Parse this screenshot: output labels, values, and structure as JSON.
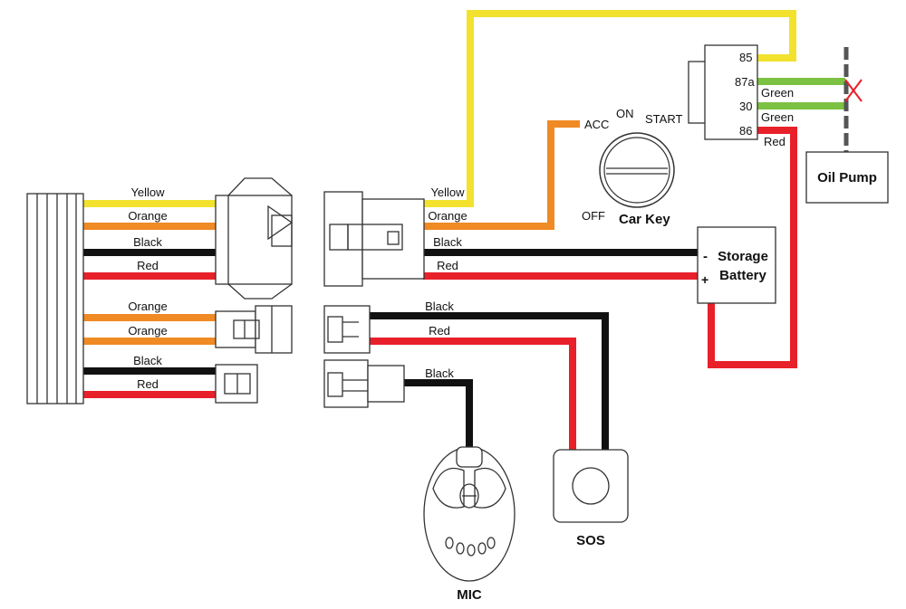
{
  "colors": {
    "yellow": "#f2e22e",
    "orange": "#ef8a24",
    "black": "#111111",
    "red": "#e8202a",
    "green": "#7cc242",
    "gray": "#555555",
    "x_mark": "#e8202a"
  },
  "harness": {
    "left_wires": [
      "Yellow",
      "Orange",
      "Black",
      "Red"
    ],
    "left_lower_wires": [
      "Orange",
      "Orange"
    ],
    "left_bottom_wires": [
      "Black",
      "Red"
    ],
    "right_wires": [
      "Yellow",
      "Orange",
      "Black",
      "Red"
    ],
    "sos_wires": [
      "Black",
      "Red"
    ],
    "mic_wire": "Black"
  },
  "relay": {
    "pins": [
      "85",
      "87a",
      "30",
      "86"
    ],
    "wire_labels": {
      "p87a": "Green",
      "p30": "Green",
      "p86": "Red"
    }
  },
  "car_key": {
    "label": "Car Key",
    "positions": {
      "acc": "ACC",
      "on": "ON",
      "start": "START",
      "off": "OFF"
    }
  },
  "battery": {
    "line1": "Storage",
    "line2": "Battery",
    "minus": "-",
    "plus": "+"
  },
  "oil_pump": {
    "label": "Oil Pump",
    "cut_mark": "X"
  },
  "sos": {
    "label": "SOS"
  },
  "mic": {
    "label": "MIC"
  }
}
